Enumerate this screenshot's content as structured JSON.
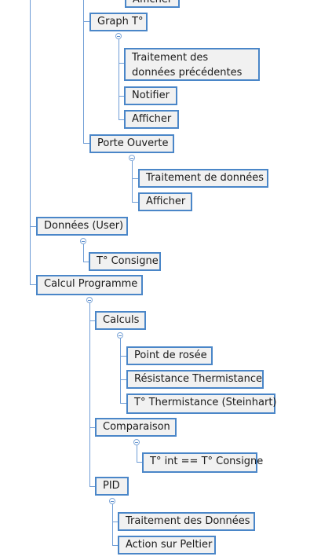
{
  "nodes": {
    "afficher_top": "Afficher",
    "graph_t": "Graph T°",
    "traitement_precedentes": "Traitement des données précédentes",
    "notifier": "Notifier",
    "afficher_graph": "Afficher",
    "porte_ouverte": "Porte Ouverte",
    "traitement_donnees": "Traitement de données",
    "afficher_porte": "Afficher",
    "donnees_user": "Données (User)",
    "t_consigne": "T° Consigne",
    "calcul_programme": "Calcul Programme",
    "calculs": "Calculs",
    "point_rosee": "Point de rosée",
    "resistance_thermistance": "Résistance Thermistance",
    "t_thermistance": "T° Thermistance (Steinhart)",
    "comparaison": "Comparaison",
    "t_int_eq": "T° int == T° Consigne",
    "pid": "PID",
    "traitement_des_donnees": "Traitement des Données",
    "action_peltier": "Action sur Peltier"
  }
}
